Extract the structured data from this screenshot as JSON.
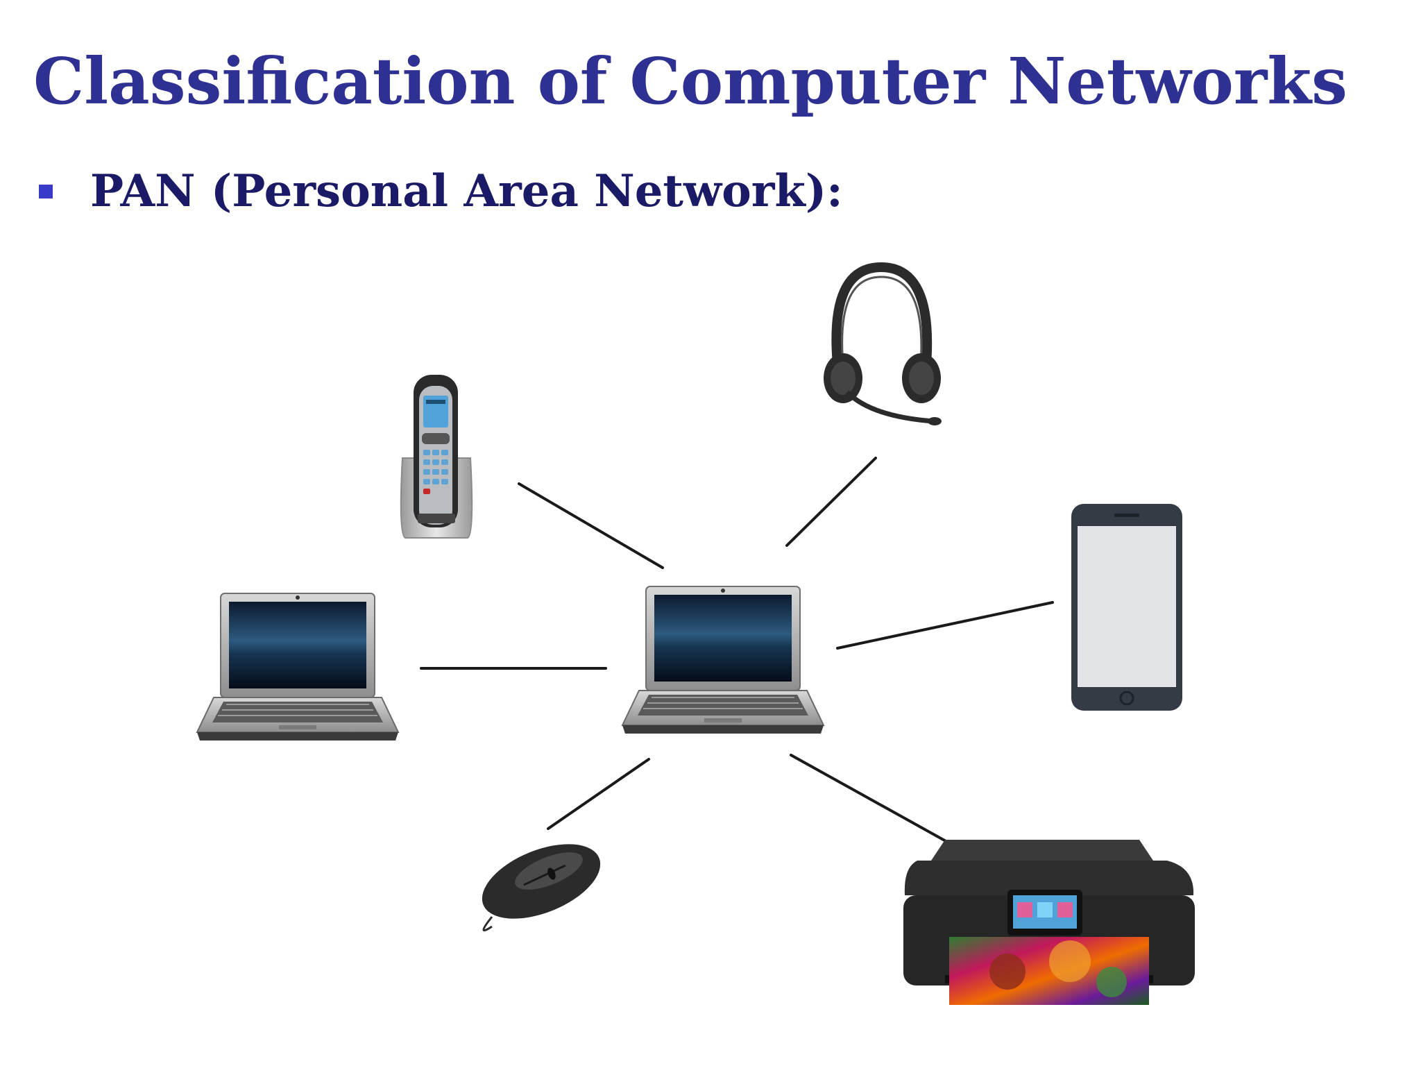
{
  "slide": {
    "title": "Classification of Computer Networks",
    "bullet": "PAN (Personal Area Network):"
  },
  "colors": {
    "title": "#2e3192",
    "bullet_text": "#1a1a66",
    "bullet_marker": "#3a3ac8",
    "link_line": "#1a1a1a",
    "device_dark": "#2b2b2b",
    "phone_screen": "#e3e4e8",
    "phone_frame": "#343b45"
  },
  "diagram": {
    "hub": "laptop-hub",
    "devices": [
      {
        "id": "cordless-phone",
        "icon": "cordless-phone-icon"
      },
      {
        "id": "headset",
        "icon": "headset-icon"
      },
      {
        "id": "laptop",
        "icon": "laptop-icon"
      },
      {
        "id": "smartphone",
        "icon": "smartphone-icon"
      },
      {
        "id": "mouse",
        "icon": "mouse-icon"
      },
      {
        "id": "printer",
        "icon": "printer-icon"
      }
    ]
  }
}
